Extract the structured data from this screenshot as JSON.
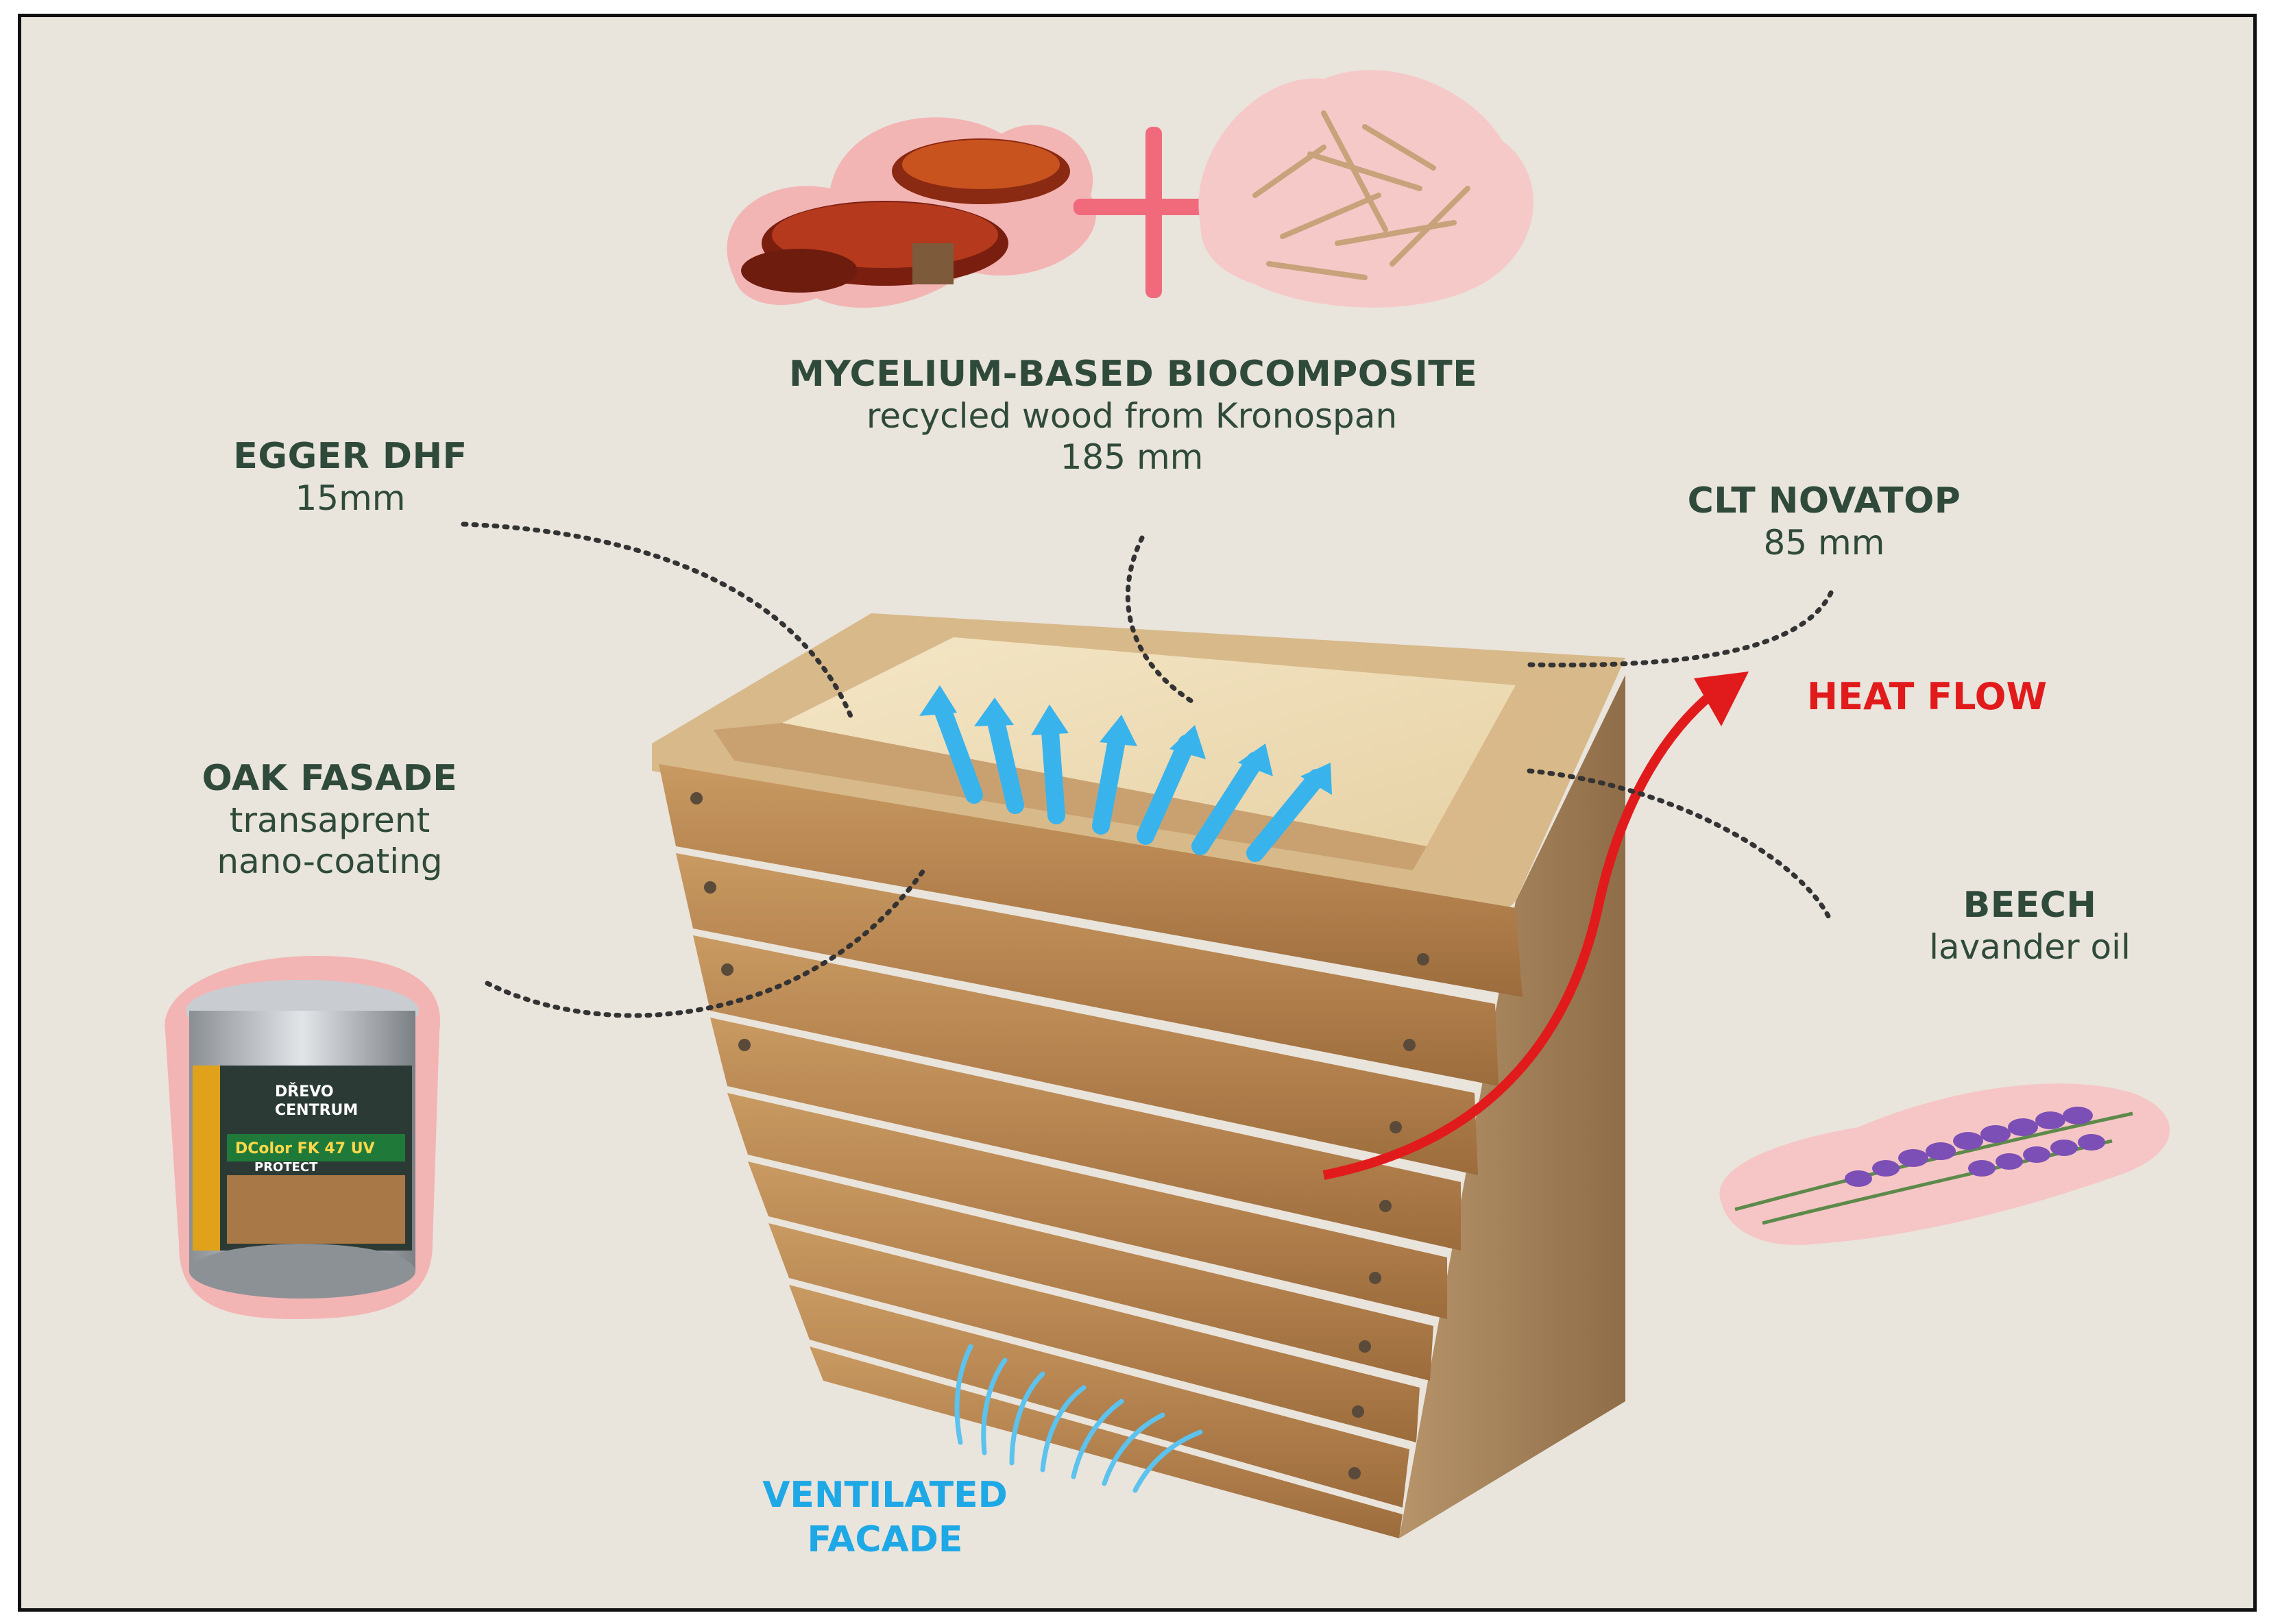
{
  "labels": {
    "mycelium": {
      "title": "MYCELIUM-BASED BIOCOMPOSITE",
      "line1": "recycled wood from Kronospan",
      "line2": "185 mm"
    },
    "egger": {
      "title": "EGGER DHF",
      "line1": "15mm"
    },
    "clt": {
      "title": "CLT NOVATOP",
      "line1": "85 mm"
    },
    "oak": {
      "title": "OAK FASADE",
      "line1": "transaprent",
      "line2": "nano-coating"
    },
    "beech": {
      "title": "BEECH",
      "line1": "lavander oil"
    },
    "heat_flow": "HEAT FLOW",
    "ventilated": {
      "line1": "VENTILATED",
      "line2": "FACADE"
    }
  },
  "can_label": {
    "brand_line1": "DŘEVO",
    "brand_line2": "CENTRUM",
    "product": "DColor FK 47 UV",
    "product2": "PROTECT"
  },
  "colors": {
    "background": "#e9e4dc",
    "label_text": "#2f4a3a",
    "heat_flow": "#e11b1b",
    "air_flow": "#1ea8e6",
    "sticker_outline": "#f2a3a3"
  }
}
